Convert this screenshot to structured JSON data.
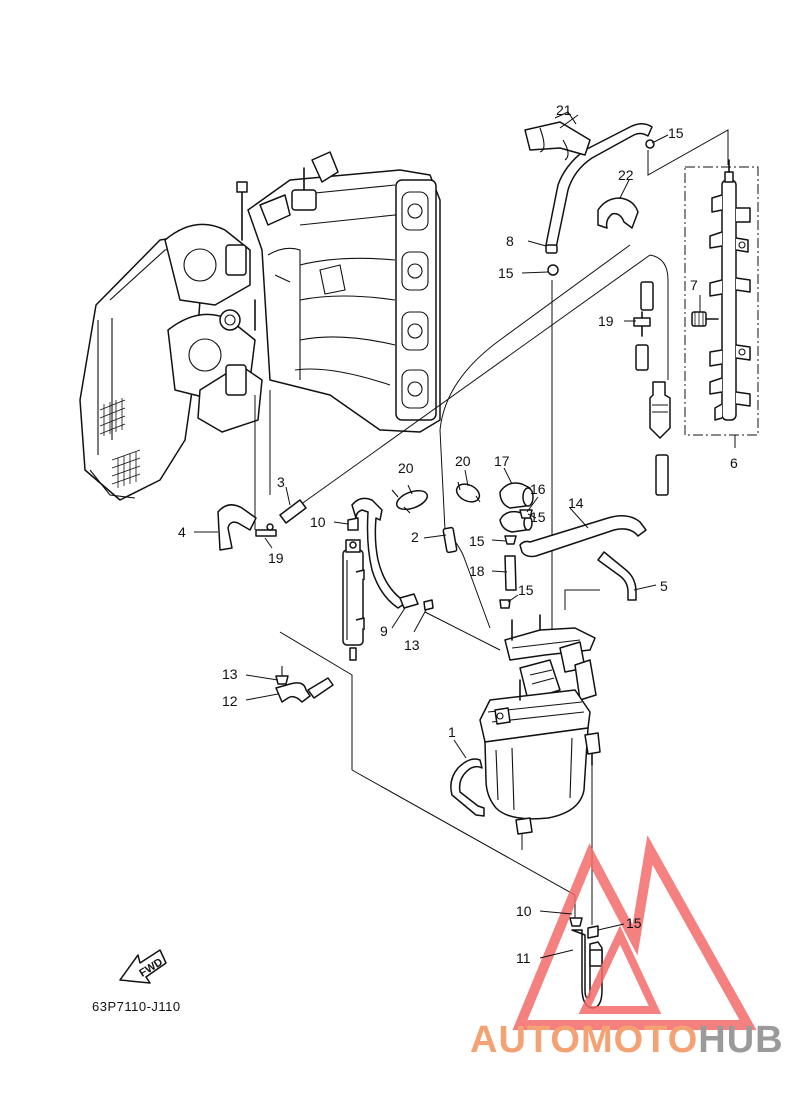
{
  "diagram": {
    "callouts": [
      "1",
      "2",
      "3",
      "4",
      "5",
      "6",
      "7",
      "8",
      "9",
      "10",
      "10",
      "11",
      "12",
      "13",
      "13",
      "14",
      "15",
      "15",
      "15",
      "15",
      "15",
      "15",
      "16",
      "17",
      "18",
      "19",
      "19",
      "20",
      "20",
      "21",
      "22"
    ],
    "diagram_code": "63P7110-J110",
    "fwd_label": "FWD"
  },
  "watermark": {
    "part1": "AUTOMOTO",
    "part2": "HUB",
    "color1": "#f4a273",
    "color2": "#9a9a9a",
    "logo_color": "#f36b6b"
  }
}
